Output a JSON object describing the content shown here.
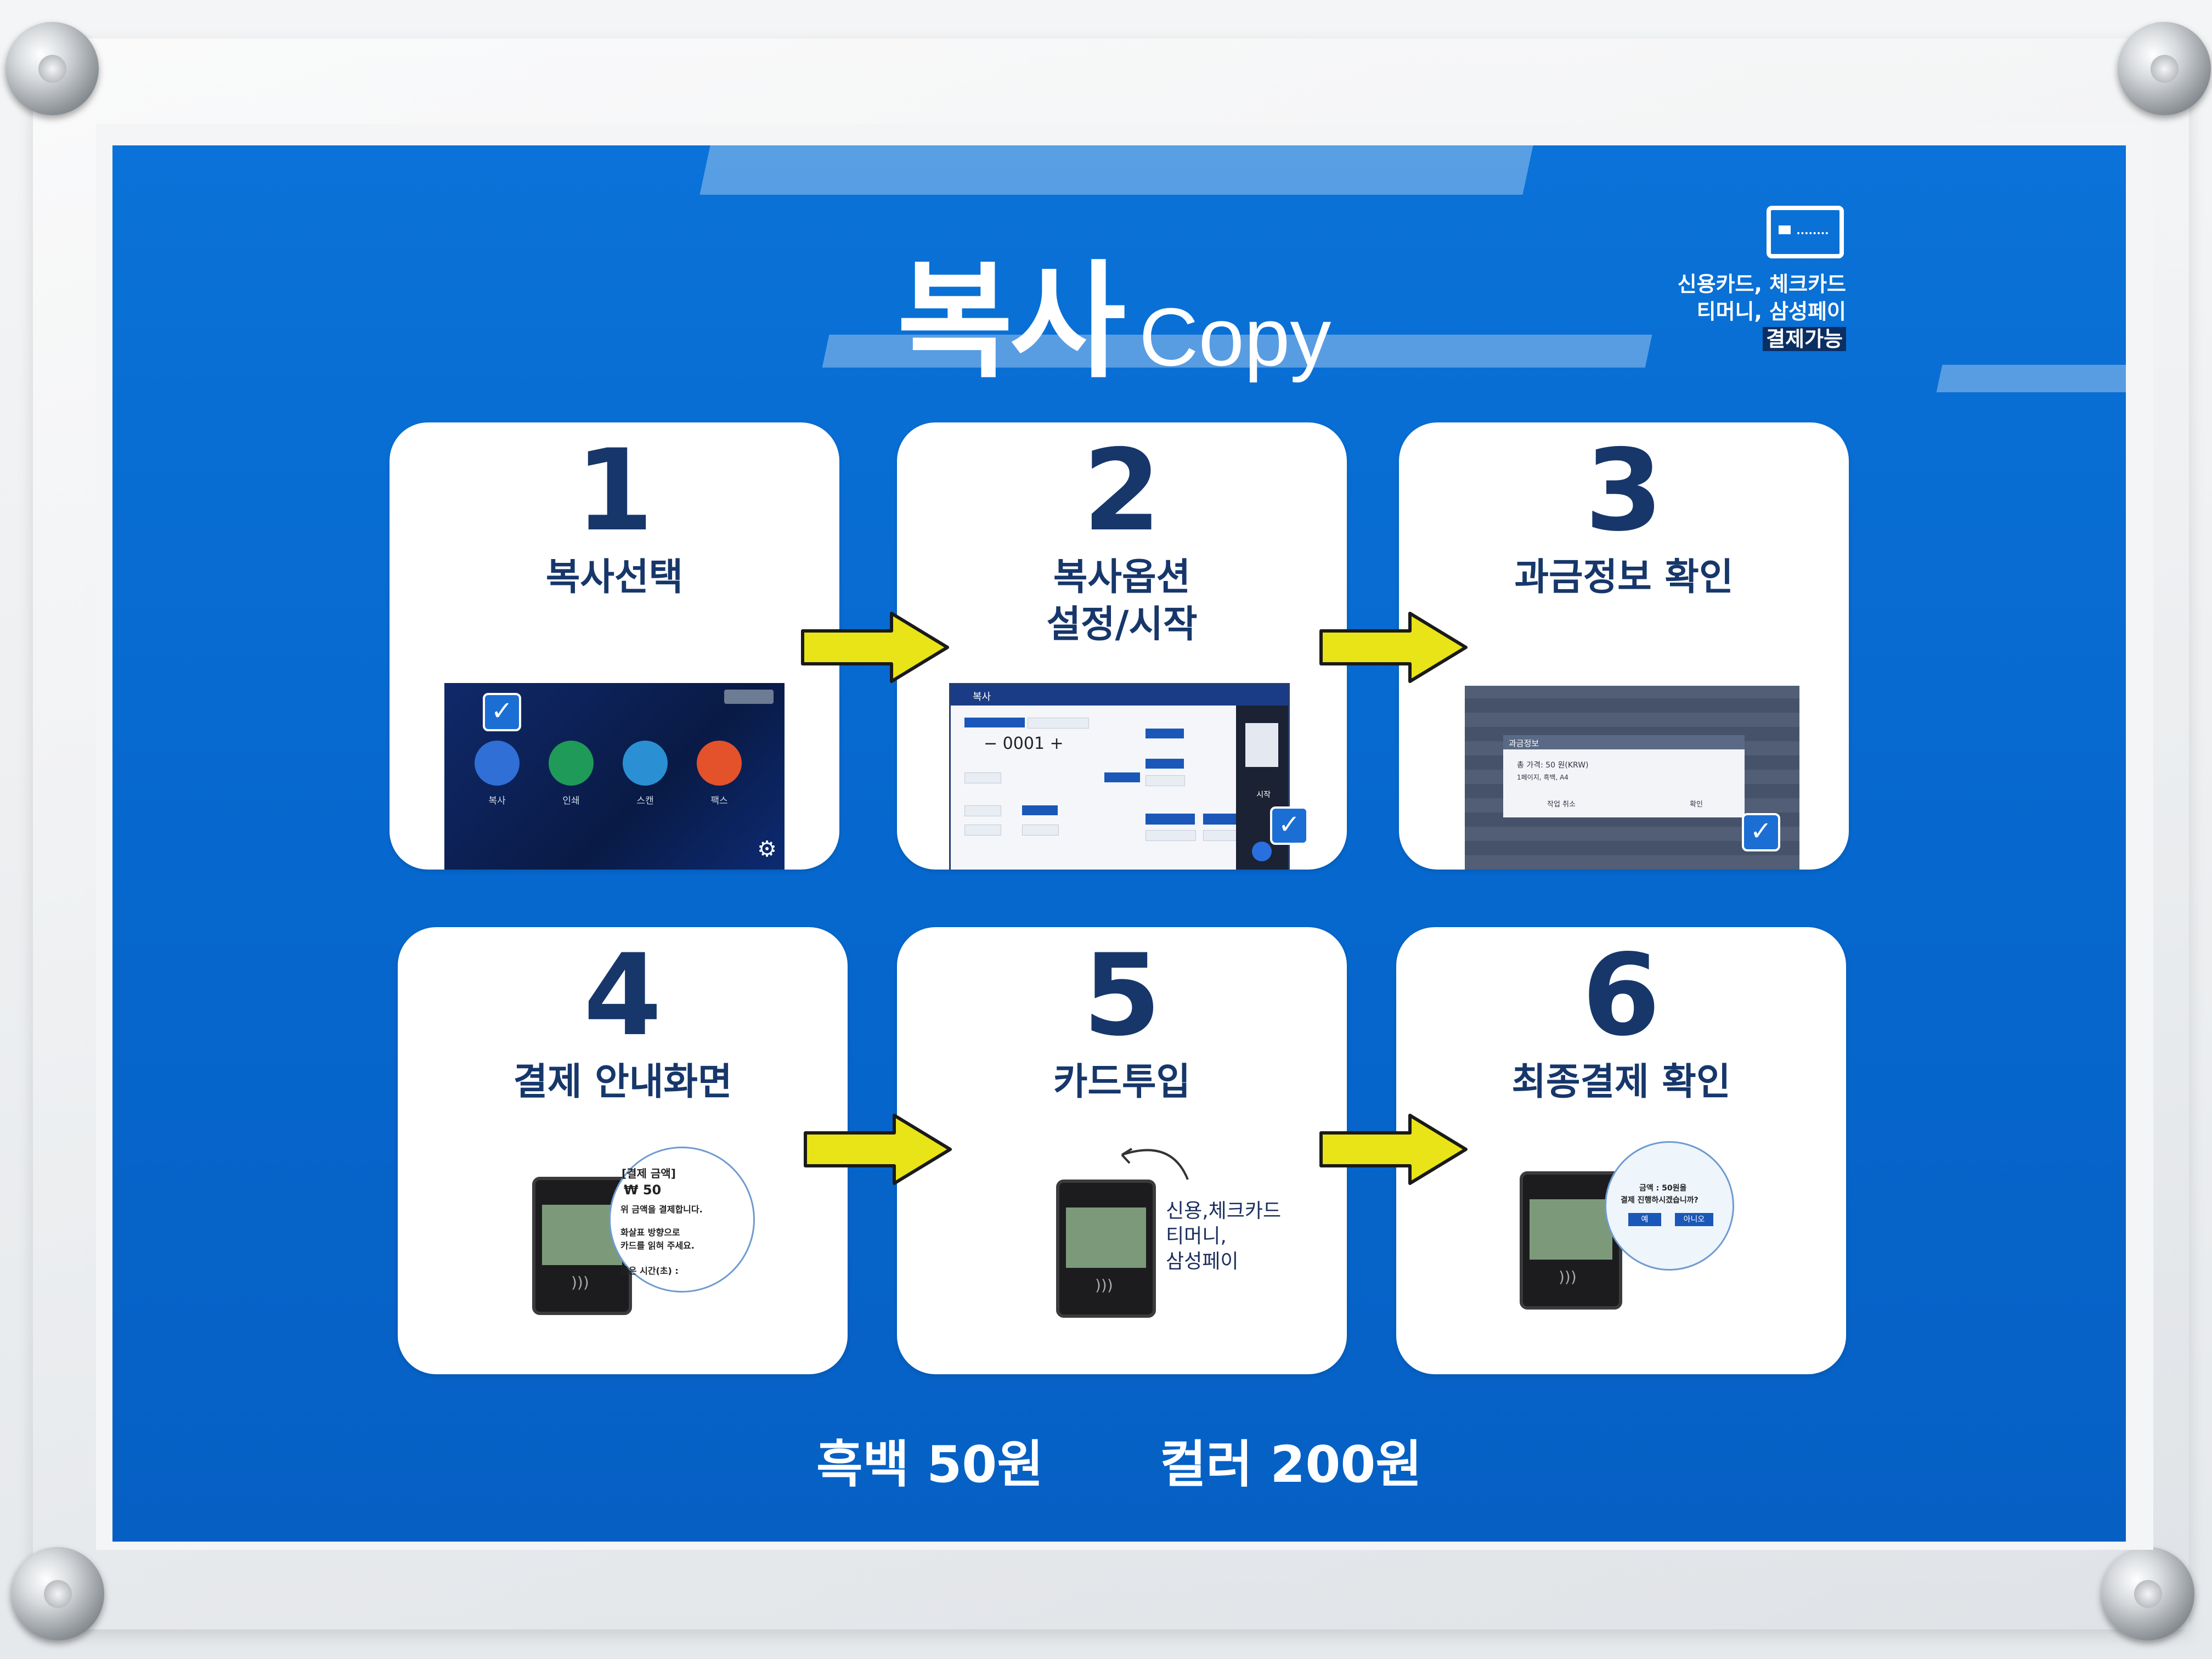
{
  "poster": {
    "title_ko": "복사",
    "title_en": "Copy",
    "payment_note": [
      "신용카드, 체크카드",
      "티머니, 삼성페이",
      "결제가능"
    ],
    "steps": [
      {
        "number": "1",
        "label": "복사선택"
      },
      {
        "number": "2",
        "label_line1": "복사옵션",
        "label_line2": "설정/시작"
      },
      {
        "number": "3",
        "label": "과금정보 확인"
      },
      {
        "number": "4",
        "label": "결제 안내화면"
      },
      {
        "number": "5",
        "label": "카드투입"
      },
      {
        "number": "6",
        "label": "최종결제 확인"
      }
    ],
    "prices": {
      "mono": "흑백 50원",
      "color": "컬러 200원"
    }
  },
  "step1_screen": {
    "apps": [
      {
        "label": "복사",
        "color": "#2f6fd6"
      },
      {
        "label": "인쇄",
        "color": "#1f9a58"
      },
      {
        "label": "스캔",
        "color": "#2a8fd3"
      },
      {
        "label": "팩스",
        "color": "#e3522b"
      }
    ]
  },
  "step2_screen": {
    "header": "복사",
    "counter": "− 0001 +",
    "start_label": "시작"
  },
  "step3_screen": {
    "dialog_title": "과금정보",
    "price_line": "총 가격: 50 원(KRW)",
    "detail_line": "1페이지, 흑백, A4",
    "cancel": "작업 취소",
    "ok": "확인"
  },
  "step4_bubble": {
    "heading": "[결제 금액]",
    "amount": "₩ 50",
    "line1": "위 금액을 결제합니다.",
    "line2": "화살표 방향으로",
    "line3": "카드를 읽혀 주세요.",
    "line4": "남은 시간(초) :"
  },
  "step5_note": [
    "신용,체크카드",
    "티머니,",
    "삼성페이"
  ],
  "step6_bubble": {
    "line1": "금액 : 50원을",
    "line2": "결제 진행하시겠습니까?",
    "yes": "예",
    "no": "아니오"
  },
  "colors": {
    "poster_blue": "#0a72d8",
    "navy_text": "#17376b",
    "arrow_yellow": "#e8e417"
  }
}
